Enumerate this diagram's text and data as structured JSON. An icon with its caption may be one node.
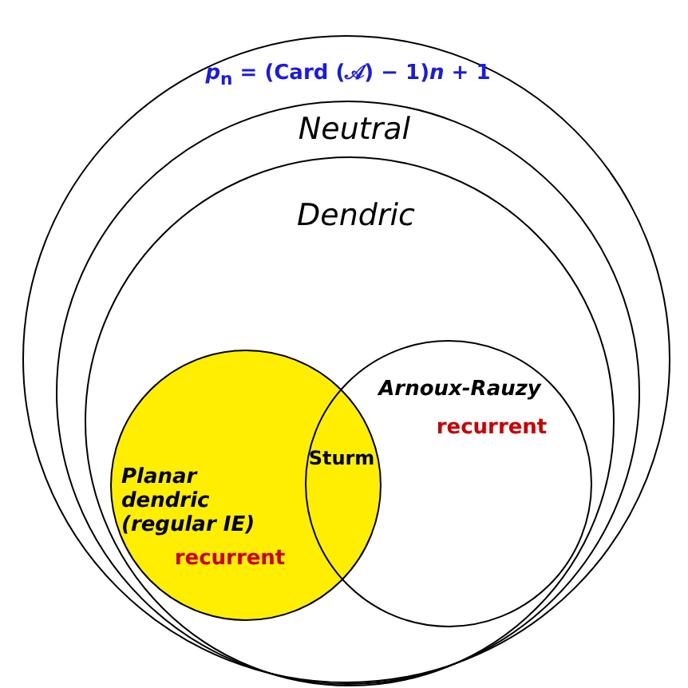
{
  "diagram": {
    "nodes": [
      {
        "text": [
          "*p*$_{n}$ = (Card (𝒜) − 1)*n* + 1"
        ]
      },
      {
        "text": [
          "Neutral"
        ],
        "in": 0
      },
      {
        "text": [
          "Dendric"
        ],
        "in": 1
      },
      {
        "text": [
          "Planar dendric (regular IE)",
          "recurrent"
        ],
        "in": 2
      },
      {
        "text": [
          "Arnoux-Rauzy",
          "recurrent"
        ],
        "in": 2
      },
      {
        "text": [
          "Sturm"
        ]
      }
    ],
    "edges": []
  }
}
